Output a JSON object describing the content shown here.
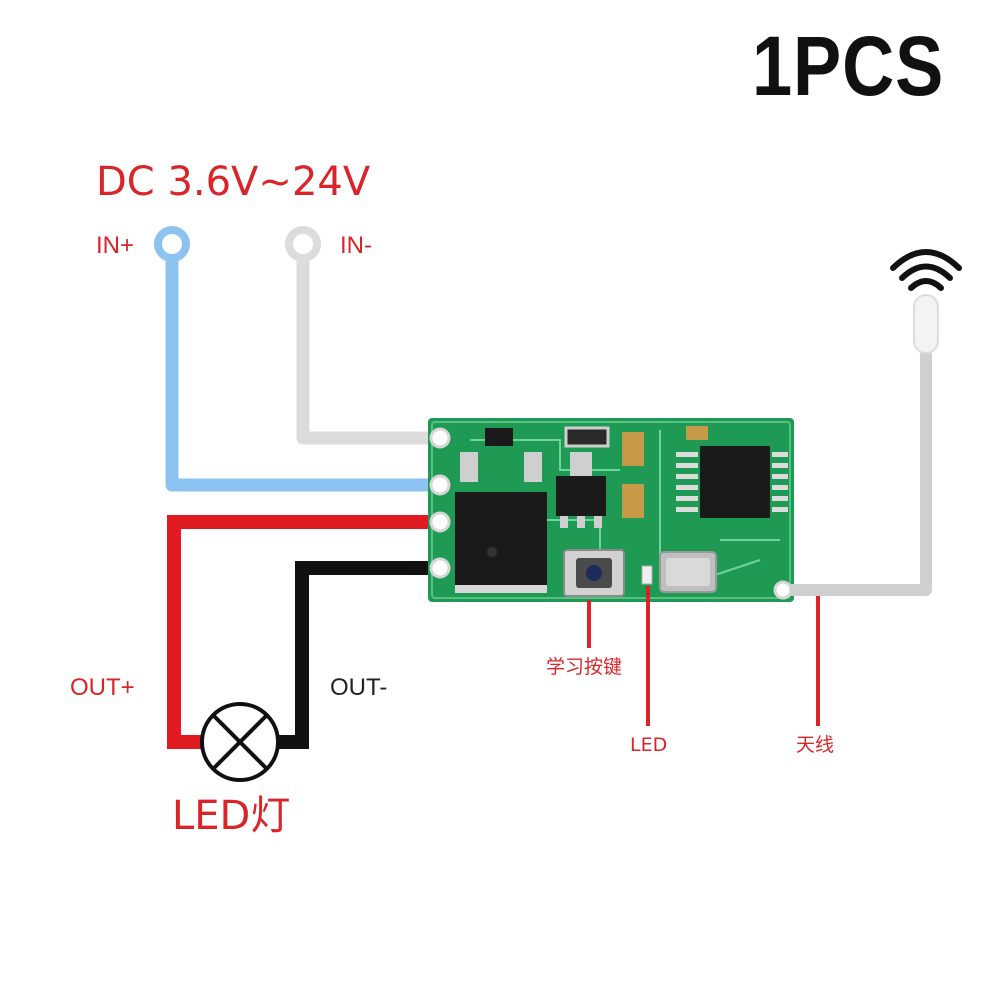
{
  "quantity_label": "1PCS",
  "supply_label": "DC 3.6V~24V",
  "pins": {
    "in_plus": "IN+",
    "in_minus": "IN-",
    "out_plus": "OUT+",
    "out_minus": "OUT-"
  },
  "lamp_label": "LED灯",
  "callouts": {
    "learn_button": "学习按键",
    "led": "LED",
    "antenna": "天线"
  },
  "colors": {
    "label_red": "#d9252a",
    "wire_blue": "#8cc3f0",
    "wire_grey": "#dcdcdc",
    "wire_red": "#e11b22",
    "wire_black": "#111111",
    "pcb_green": "#1f9a55"
  }
}
